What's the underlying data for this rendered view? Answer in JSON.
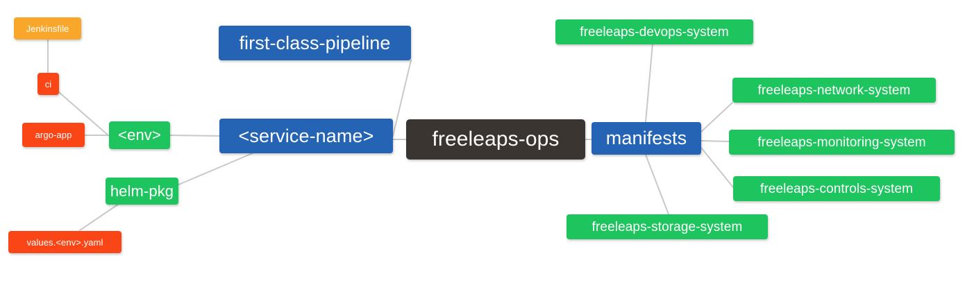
{
  "diagram": {
    "title": "freeleaps-ops repository structure mindmap",
    "type": "mindmap",
    "background_color": "#ffffff",
    "edge_color": "#c9c9c9",
    "palette": {
      "root": "#3b3532",
      "blue": "#2563b5",
      "green": "#1ec45e",
      "red": "#fa4616",
      "orange": "#f9a72b",
      "text": "#ffffff"
    }
  },
  "nodes": {
    "root": {
      "label": "freeleaps-ops",
      "color": "#3b3532"
    },
    "service_name": {
      "label": "<service-name>",
      "color": "#2563b5"
    },
    "first_class_pipeline": {
      "label": "first-class-pipeline",
      "color": "#2563b5"
    },
    "env": {
      "label": "<env>",
      "color": "#1ec45e"
    },
    "ci": {
      "label": "ci",
      "color": "#fa4616"
    },
    "jenkinsfile": {
      "label": "Jenkinsfile",
      "color": "#f9a72b"
    },
    "argo_app": {
      "label": "argo-app",
      "color": "#fa4616"
    },
    "helm_pkg": {
      "label": "helm-pkg",
      "color": "#1ec45e"
    },
    "values_yaml": {
      "label": "values.<env>.yaml",
      "color": "#fa4616"
    },
    "manifests": {
      "label": "manifests",
      "color": "#2563b5"
    },
    "devops_system": {
      "label": "freeleaps-devops-system",
      "color": "#1ec45e"
    },
    "network_system": {
      "label": "freeleaps-network-system",
      "color": "#1ec45e"
    },
    "monitoring_system": {
      "label": "freeleaps-monitoring-system",
      "color": "#1ec45e"
    },
    "controls_system": {
      "label": "freeleaps-controls-system",
      "color": "#1ec45e"
    },
    "storage_system": {
      "label": "freeleaps-storage-system",
      "color": "#1ec45e"
    }
  },
  "edges": [
    {
      "from": "jenkinsfile",
      "to": "ci"
    },
    {
      "from": "ci",
      "to": "env"
    },
    {
      "from": "argo_app",
      "to": "env"
    },
    {
      "from": "env",
      "to": "service_name"
    },
    {
      "from": "service_name",
      "to": "first_class_pipeline"
    },
    {
      "from": "service_name",
      "to": "helm_pkg"
    },
    {
      "from": "helm_pkg",
      "to": "values_yaml"
    },
    {
      "from": "service_name",
      "to": "root"
    },
    {
      "from": "root",
      "to": "manifests"
    },
    {
      "from": "manifests",
      "to": "devops_system"
    },
    {
      "from": "manifests",
      "to": "network_system"
    },
    {
      "from": "manifests",
      "to": "monitoring_system"
    },
    {
      "from": "manifests",
      "to": "controls_system"
    },
    {
      "from": "manifests",
      "to": "storage_system"
    }
  ]
}
